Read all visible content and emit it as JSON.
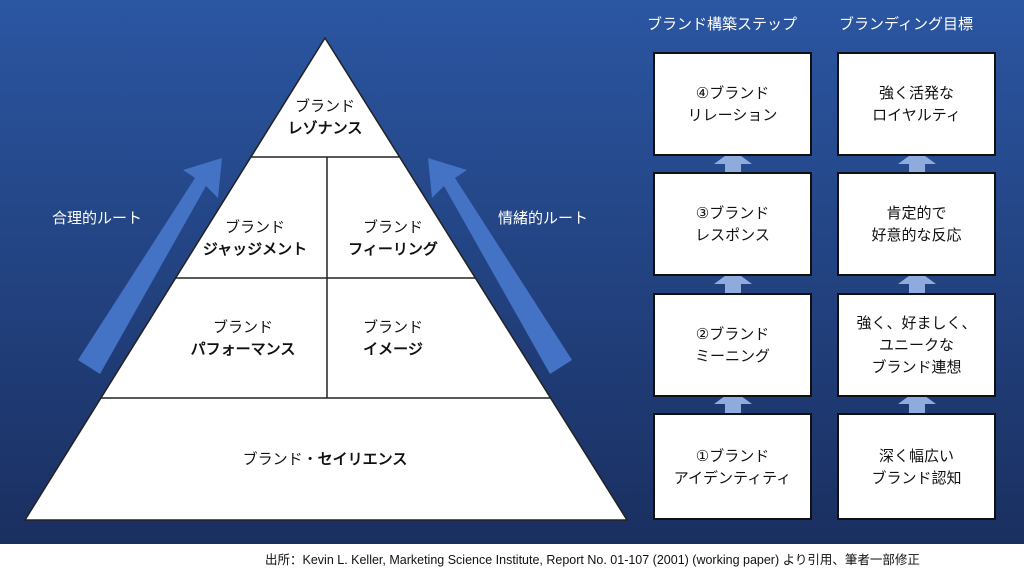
{
  "pyramid": {
    "resonance": {
      "line1": "ブランド",
      "line2": "レゾナンス"
    },
    "judgement": {
      "line1": "ブランド",
      "line2": "ジャッジメント"
    },
    "feeling": {
      "line1": "ブランド",
      "line2": "フィーリング"
    },
    "performance": {
      "line1": "ブランド",
      "line2": "パフォーマンス"
    },
    "imagery": {
      "line1": "ブランド",
      "line2": "イメージ"
    },
    "salience": {
      "line1": "ブランド・",
      "line2": "セイリエンス"
    }
  },
  "routes": {
    "rational": "合理的ルート",
    "emotional": "情緒的ルート"
  },
  "columns": {
    "steps_title": "ブランド構築ステップ",
    "goals_title": "ブランディング目標"
  },
  "steps": [
    {
      "line1": "④ブランド",
      "line2": "リレーション"
    },
    {
      "line1": "③ブランド",
      "line2": "レスポンス"
    },
    {
      "line1": "②ブランド",
      "line2": "ミーニング"
    },
    {
      "line1": "①ブランド",
      "line2": "アイデンティティ"
    }
  ],
  "goals": [
    {
      "line1": "強く活発な",
      "line2": "ロイヤルティ"
    },
    {
      "line1": "肯定的で",
      "line2": "好意的な反応"
    },
    {
      "line1": "強く、好ましく、",
      "line2": "ユニークな",
      "line3": "ブランド連想"
    },
    {
      "line1": "深く幅広い",
      "line2": "ブランド認知"
    }
  ],
  "source": "出所：Kevin L. Keller, Marketing Science Institute, Report No. 01-107 (2001) (working paper) より引用、筆者一部修正",
  "colors": {
    "route_arrow": "#4472c4",
    "step_arrow": "#8faadc"
  }
}
